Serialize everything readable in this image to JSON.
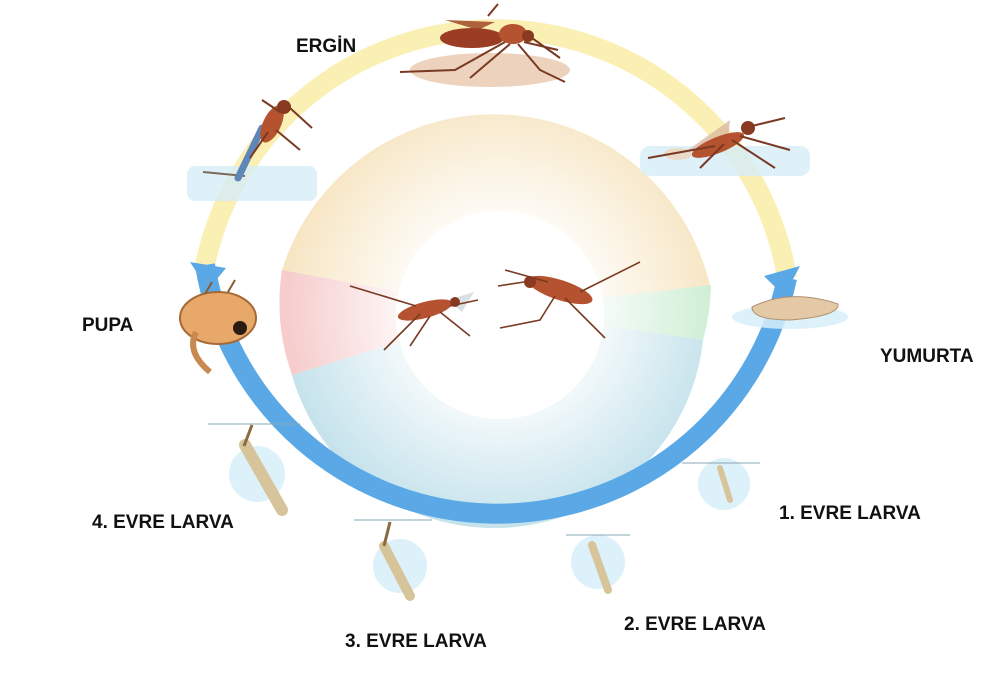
{
  "labels": {
    "ergin": "ERGİN",
    "pupa": "PUPA",
    "yumurta": "YUMURTA",
    "larva1": "1. EVRE LARVA",
    "larva2": "2. EVRE LARVA",
    "larva3": "3. EVRE LARVA",
    "larva4": "4. EVRE LARVA"
  },
  "colors": {
    "ring_adult": "#fbf0b4",
    "ring_water": "#5aa9e6",
    "inner_yellow": "#f7e6c4",
    "inner_green": "#cfeed5",
    "inner_blue": "#c6e3ec",
    "inner_red": "#f6cccc",
    "mosquito_body": "#b5522f",
    "larva_body": "#d8c49a",
    "water": "#d6eef8"
  }
}
